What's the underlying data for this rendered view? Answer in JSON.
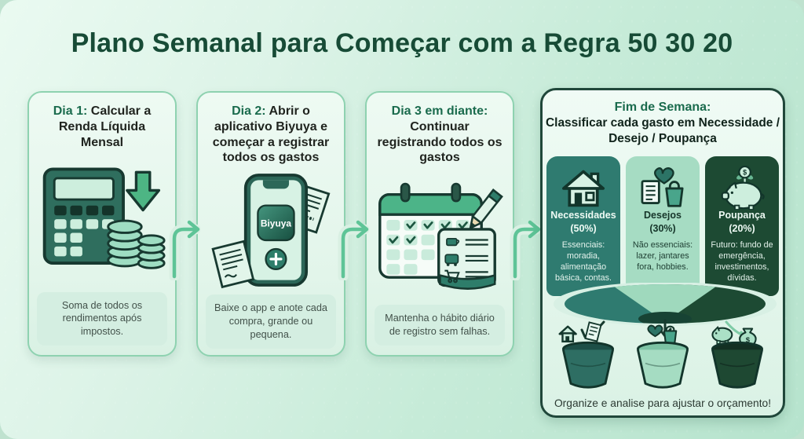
{
  "page": {
    "title": "Plano Semanal para Começar com a Regra 50 30 20"
  },
  "cards": [
    {
      "heading_highlight": "Dia 1:",
      "heading_rest": " Calcular a Renda Líquida Mensal",
      "note": "Soma de todos os rendimentos após impostos."
    },
    {
      "heading_highlight": "Dia 2:",
      "heading_rest": " Abrir o aplicativo Biyuya e começar a registrar todos os gastos",
      "app_name": "Biyuya",
      "note": "Baixe o app e anote cada compra, grande ou pequena."
    },
    {
      "heading_highlight": "Dia 3 em diante:",
      "heading_rest": " Continuar registrando todos os gastos",
      "note": "Mantenha o hábito diário de registro sem falhas."
    }
  ],
  "weekend": {
    "heading_highlight": "Fim de Semana:",
    "heading_rest": "Classificar cada gasto em Necessidade / Desejo / Poupança",
    "categories": [
      {
        "name": "Necessidades",
        "percent": "(50%)",
        "description": "Essenciais: moradia, alimentação básica, contas.",
        "color": "#2f7b70",
        "text_color": "#eefaf4"
      },
      {
        "name": "Desejos",
        "percent": "(30%)",
        "description": "Não essenciais: lazer, jantares fora, hobbies.",
        "color": "#a6dcc3",
        "text_color": "#16352a"
      },
      {
        "name": "Poupança",
        "percent": "(20%)",
        "description": "Futuro: fundo de emergência, investimentos, dívidas.",
        "color": "#1d4a33",
        "text_color": "#eefaf4"
      }
    ],
    "currency_symbol": "$",
    "footer": "Organize e analise para ajustar o orçamento!"
  },
  "colors": {
    "title": "#174b36",
    "highlight": "#1a6b4d",
    "card_border": "#8ed2b0",
    "weekend_border": "#20473a",
    "note_bg": "#d4eee1",
    "arrow": "#5ec497",
    "needs": "#2f7b70",
    "wants": "#a6dcc3",
    "savings": "#1d4a33"
  }
}
